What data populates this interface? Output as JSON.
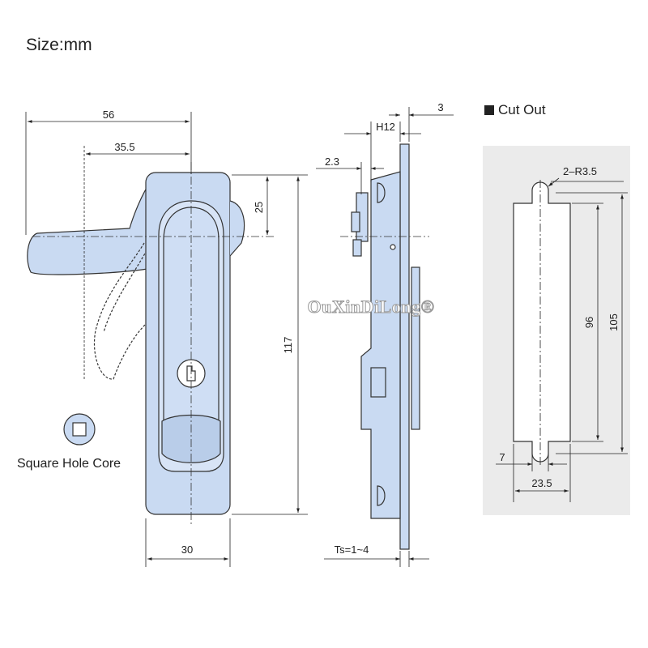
{
  "header": {
    "size_label": "Size:mm"
  },
  "front_view": {
    "dims": {
      "width_total": "56",
      "handle_offset": "35.5",
      "top_offset": "25",
      "height": "117",
      "body_width": "30"
    },
    "square_hole_label": "Square Hole Core"
  },
  "side_view": {
    "dims": {
      "thickness_top": "3",
      "height_h": "H12",
      "offset": "2.3",
      "panel_thickness": "Ts=1~4"
    }
  },
  "cut_out": {
    "title": "Cut Out",
    "dims": {
      "radius": "2–R3.5",
      "inner_height": "96",
      "outer_height": "105",
      "slot_width": "7",
      "width": "23.5"
    }
  },
  "watermark": "OuXinDiLong®",
  "colors": {
    "body_fill": "#c9daf2",
    "outline": "#333333",
    "cutout_bg": "#ebebeb"
  }
}
